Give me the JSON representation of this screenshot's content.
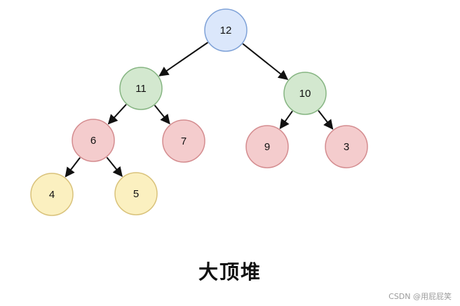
{
  "caption": "大顶堆",
  "watermark": "CSDN @用屁屁笑",
  "colors": {
    "blue": {
      "fill": "#dbe7fb",
      "stroke": "#7fa2d8"
    },
    "green": {
      "fill": "#d3e8cf",
      "stroke": "#86b582"
    },
    "red": {
      "fill": "#f4cccd",
      "stroke": "#d48c8f"
    },
    "yellow": {
      "fill": "#fbf0c0",
      "stroke": "#d9c27a"
    },
    "edge": "#111111"
  },
  "nodes": [
    {
      "id": "n12",
      "label": "12",
      "color": "blue"
    },
    {
      "id": "n11",
      "label": "11",
      "color": "green"
    },
    {
      "id": "n10",
      "label": "10",
      "color": "green"
    },
    {
      "id": "n6",
      "label": "6",
      "color": "red"
    },
    {
      "id": "n7",
      "label": "7",
      "color": "red"
    },
    {
      "id": "n9",
      "label": "9",
      "color": "red"
    },
    {
      "id": "n3",
      "label": "3",
      "color": "red"
    },
    {
      "id": "n4",
      "label": "4",
      "color": "yellow"
    },
    {
      "id": "n5",
      "label": "5",
      "color": "yellow"
    }
  ],
  "edges": [
    {
      "from": "n12",
      "to": "n11"
    },
    {
      "from": "n12",
      "to": "n10"
    },
    {
      "from": "n11",
      "to": "n6"
    },
    {
      "from": "n11",
      "to": "n7"
    },
    {
      "from": "n10",
      "to": "n9"
    },
    {
      "from": "n10",
      "to": "n3"
    },
    {
      "from": "n6",
      "to": "n4"
    },
    {
      "from": "n6",
      "to": "n5"
    }
  ]
}
